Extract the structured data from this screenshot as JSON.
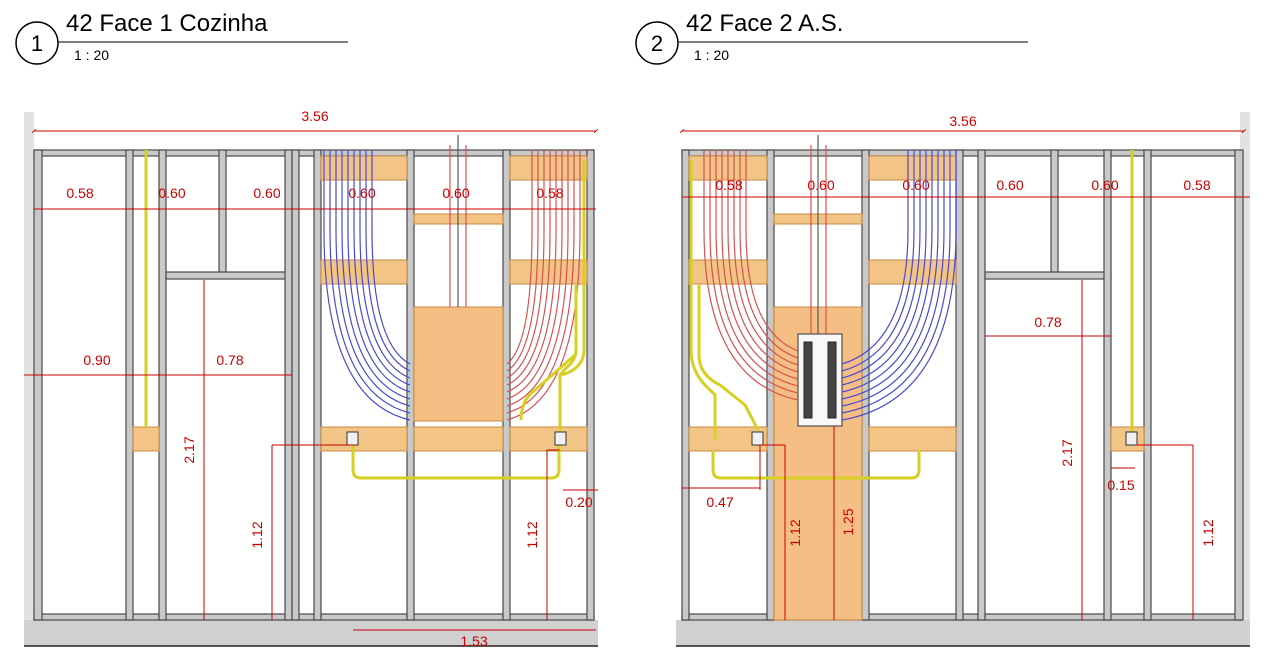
{
  "views": [
    {
      "number": "1",
      "title": "42 Face 1 Cozinha",
      "scale": "1 : 20",
      "dims": {
        "overall": "3.56",
        "s1": "0.58",
        "s2": "0.60",
        "s3": "0.60",
        "s4": "0.60",
        "s5": "0.60",
        "s6": "0.58",
        "d090": "0.90",
        "d078": "0.78",
        "h217": "2.17",
        "h112a": "1.12",
        "h112b": "1.12",
        "d020": "0.20",
        "d153": "1.53"
      }
    },
    {
      "number": "2",
      "title": "42 Face 2 A.S.",
      "scale": "1 : 20",
      "dims": {
        "overall": "3.56",
        "s1": "0.58",
        "s2": "0.60",
        "s3": "0.60",
        "s4": "0.60",
        "s5": "0.60",
        "s6": "0.58",
        "d078": "0.78",
        "h217": "2.17",
        "d047": "0.47",
        "h112a": "1.12",
        "h125": "1.25",
        "d015": "0.15",
        "h112b": "1.12"
      }
    }
  ],
  "colors": {
    "stud": "#c9c9c9",
    "stud_edge": "#4a4a4a",
    "blocking": "#f2c486",
    "blocking_edge": "#c98a3c",
    "panel": "#f4be85",
    "dimension": "#cc0000",
    "cold_pipe": "#4a4ad0",
    "hot_pipe": "#d85050",
    "conduit": "#d8d020",
    "floor": "#cfcfcf"
  }
}
